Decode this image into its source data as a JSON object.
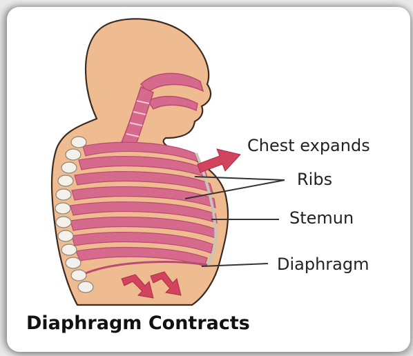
{
  "labels": {
    "chest_expands": "Chest expands",
    "ribs": "Ribs",
    "stemun": "Stemun",
    "diaphragm": "Diaphragm"
  },
  "caption": "Diaphragm Contracts",
  "colors": {
    "skin": "#efbb91",
    "skin_outline": "#3a2a22",
    "rib_pink": "#d66a8c",
    "rib_pink_dark": "#b94a70",
    "spine": "#f4f1ea",
    "arrow": "#d2445e",
    "label_text": "#222222",
    "card": "#ffffff"
  }
}
